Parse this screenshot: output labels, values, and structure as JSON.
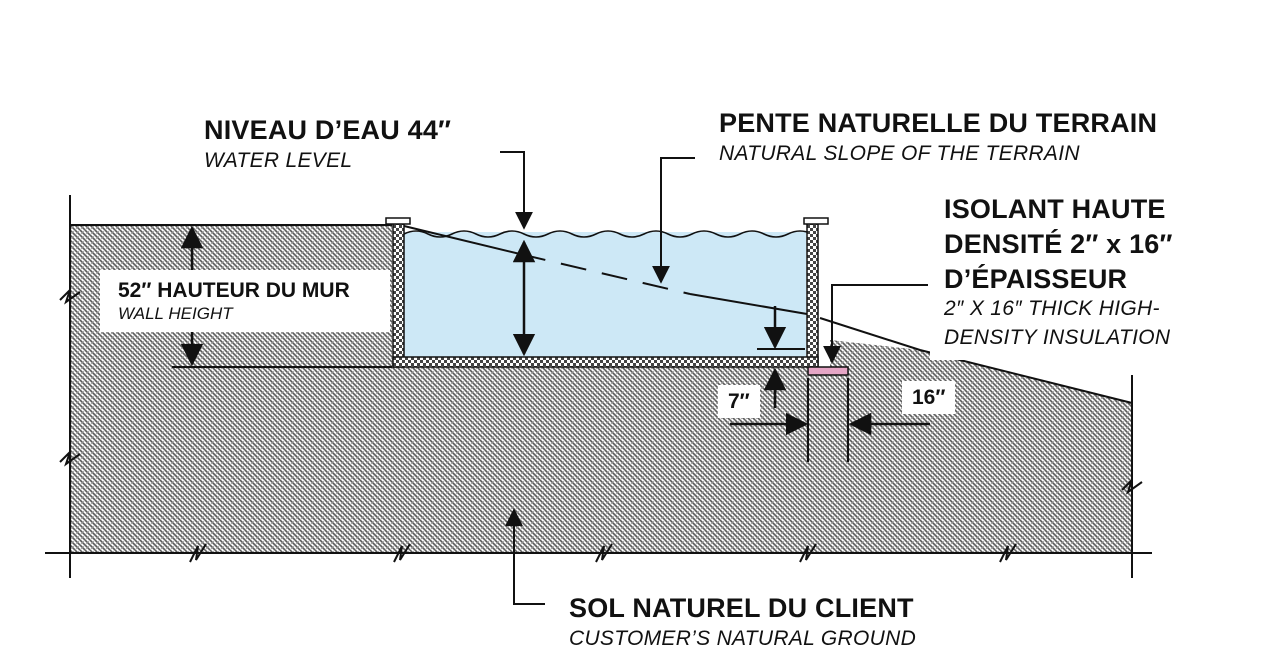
{
  "colors": {
    "water": "#cde8f6",
    "soil_hatch": "#555555",
    "insulation": "#e6a6c6",
    "line": "#111111"
  },
  "labels": {
    "water_level": {
      "fr": "NIVEAU D’EAU 44″",
      "en": "WATER LEVEL"
    },
    "natural_slope": {
      "fr": "PENTE NATURELLE DU TERRAIN",
      "en": "NATURAL SLOPE OF THE TERRAIN"
    },
    "insulation": {
      "fr_line1": "ISOLANT HAUTE",
      "fr_line2": "DENSITÉ 2″ x 16″",
      "fr_line3": "D’ÉPAISSEUR",
      "en_line1": "2″ X 16″ THICK HIGH-",
      "en_line2": "DENSITY INSULATION"
    },
    "wall_height": {
      "fr": "52″ HAUTEUR DU MUR",
      "en": "WALL HEIGHT"
    },
    "ground": {
      "fr": "SOL NATUREL DU CLIENT",
      "en": "CUSTOMER’S NATURAL GROUND"
    },
    "dim_7": "7″",
    "dim_16": "16″"
  }
}
